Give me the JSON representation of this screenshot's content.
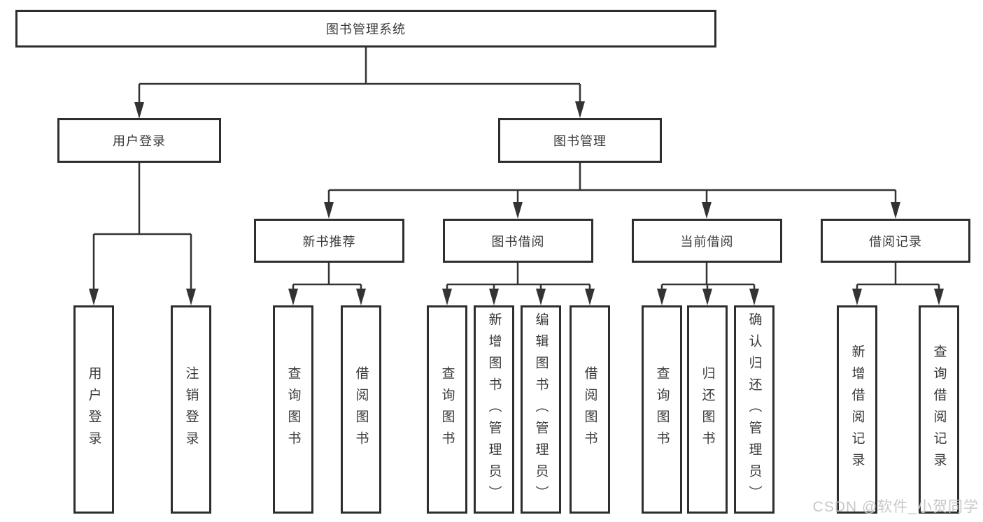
{
  "colors": {
    "line": "#333333",
    "box_border": "#2e2e2e",
    "text": "#3a3a3a",
    "background": "#ffffff",
    "watermark": "#c5c5c5"
  },
  "nodes": {
    "root": "图书管理系统",
    "level2": [
      "用户登录",
      "图书管理"
    ],
    "level3": [
      "新书推荐",
      "图书借阅",
      "当前借阅",
      "借阅记录"
    ],
    "leaf_groups": [
      [
        "用户登录",
        "注销登录"
      ],
      [
        "查询图书",
        "借阅图书"
      ],
      [
        "查询图书",
        "新增图书（管理员）",
        "编辑图书（管理员）",
        "借阅图书"
      ],
      [
        "查询图书",
        "归还图书",
        "确认归还（管理员）"
      ],
      [
        "新增借阅记录",
        "查询借阅记录"
      ]
    ]
  },
  "watermark": "CSDN @软件_小贺同学"
}
